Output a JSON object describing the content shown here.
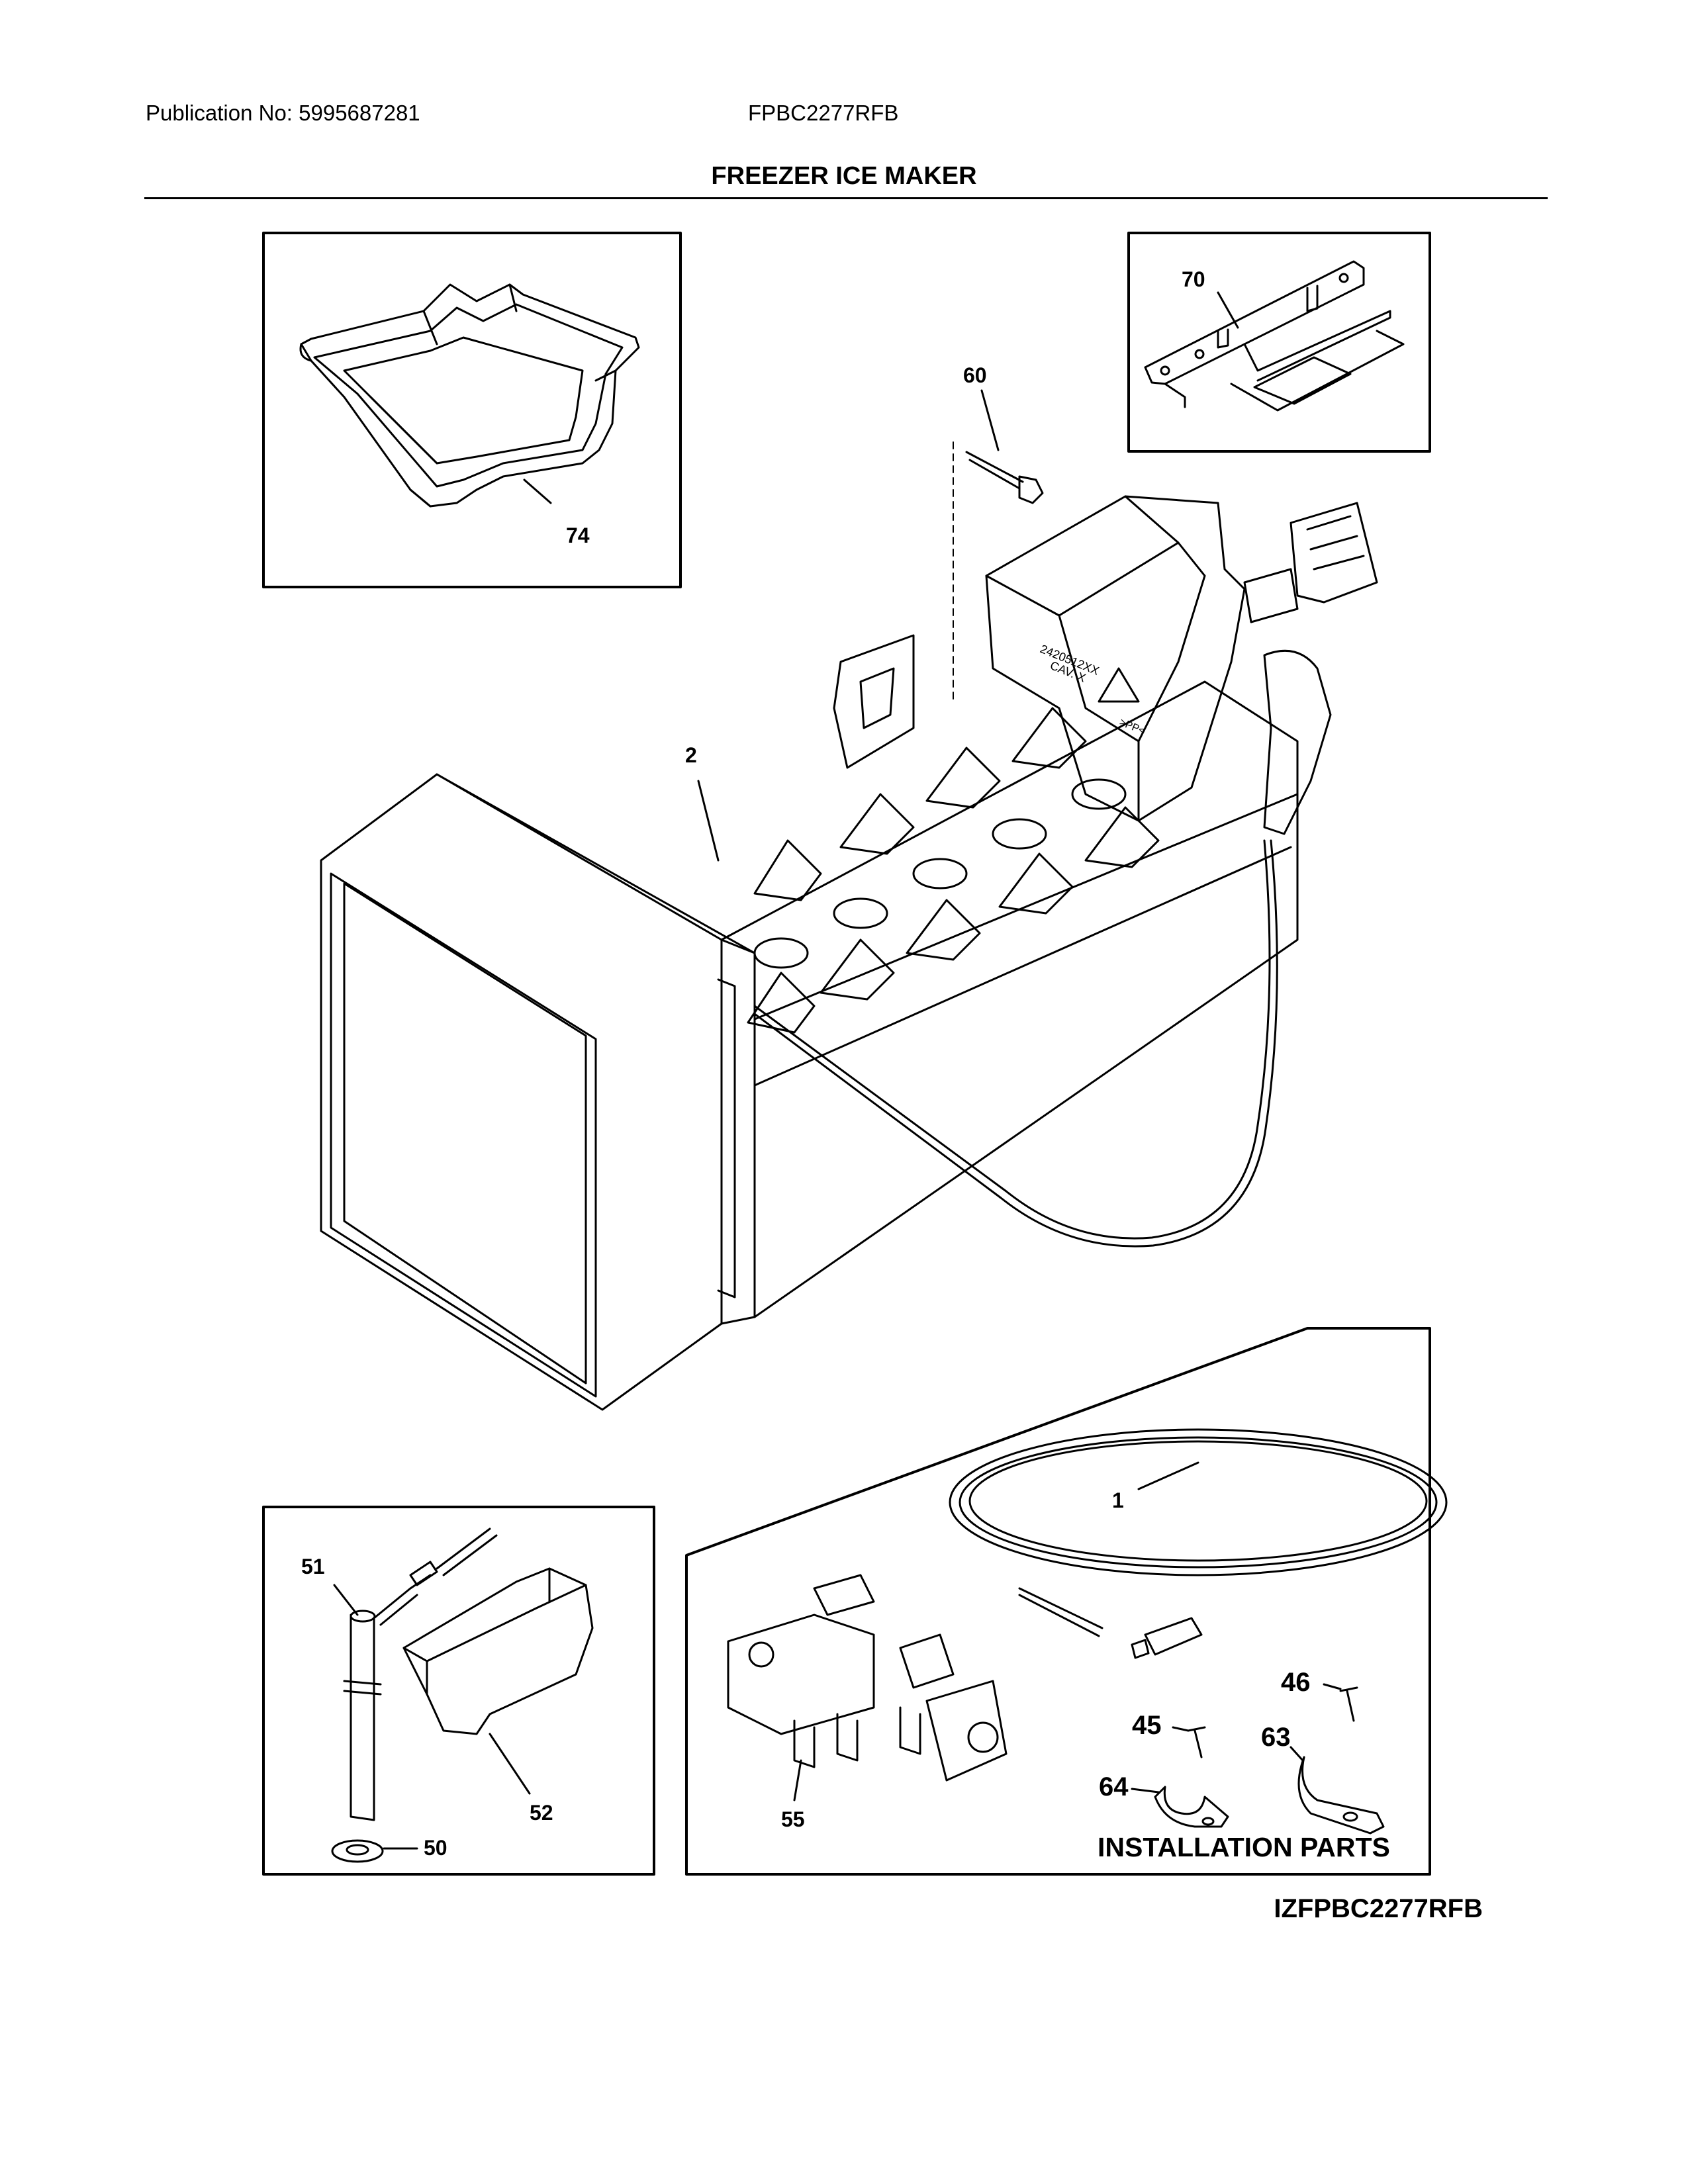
{
  "header": {
    "publication": "Publication No: 5995687281",
    "model": "FPBC2277RFB",
    "title": "FREEZER ICE MAKER"
  },
  "callouts": {
    "p74": "74",
    "p70": "70",
    "p60": "60",
    "p2": "2",
    "p1": "1",
    "p51": "51",
    "p52": "52",
    "p50": "50",
    "p55": "55",
    "p46": "46",
    "p45": "45",
    "p63": "63",
    "p64": "64"
  },
  "part_markings": {
    "bucket_code": "2420512XX",
    "bucket_cav": "CAV. X",
    "bucket_recycle": ">PP<"
  },
  "installation_label": "INSTALLATION PARTS",
  "diagram_code": "IZFPBC2277RFB"
}
